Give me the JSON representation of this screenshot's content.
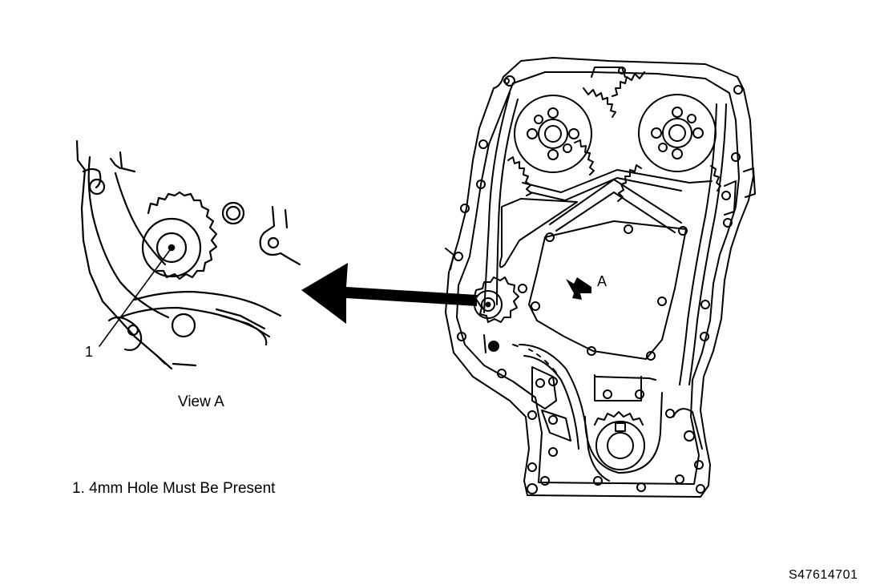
{
  "view_title": "View A",
  "callout_number": "1",
  "legend": [
    "1. 4mm Hole Must Be Present"
  ],
  "view_arrow_label": "A",
  "figure_id": "S47614701"
}
